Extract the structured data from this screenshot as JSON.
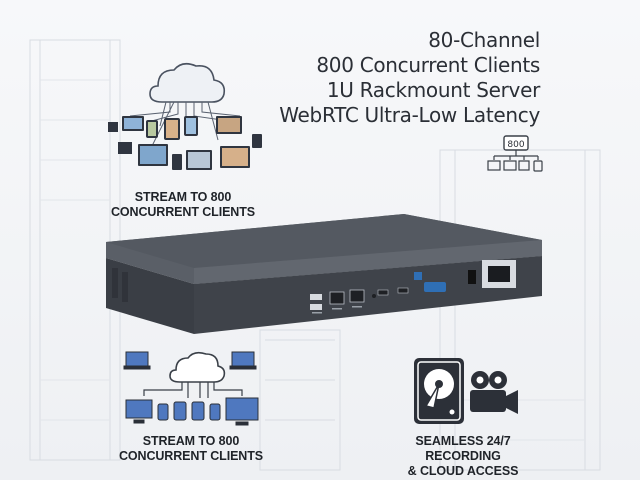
{
  "headline": {
    "lines": [
      "80-Channel",
      "800 Concurrent Clients",
      "1U Rackmount Server",
      "WebRTC Ultra-Low Latency"
    ]
  },
  "badge": {
    "value": "800"
  },
  "captions": {
    "top_left": [
      "STREAM TO 800",
      "CONCURRENT CLIENTS"
    ],
    "bottom_left": [
      "STREAM TO 800",
      "CONCURRENT CLIENTS"
    ],
    "bottom_right": [
      "SEAMLESS 24/7 RECORDING",
      "& CLOUD ACCESS"
    ]
  },
  "icons": {
    "cloud": "cloud-icon",
    "devices": "device-icons",
    "hdd": "hard-drive-icon",
    "camera": "video-camera-icon",
    "server": "rackmount-server"
  },
  "colors": {
    "text": "#2b2f36",
    "icon": "#3a4048",
    "chassis": "#4a4f57",
    "chassis_front": "#3d4148"
  }
}
